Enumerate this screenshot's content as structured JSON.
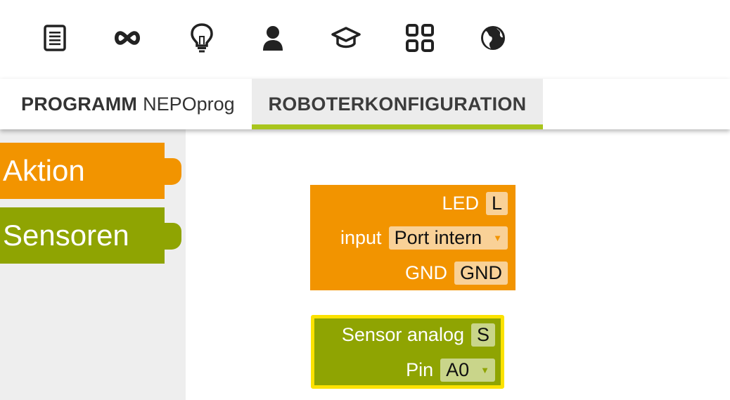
{
  "toolbar": {
    "icons": [
      {
        "name": "document-icon"
      },
      {
        "name": "infinity-icon"
      },
      {
        "name": "lightbulb-icon"
      },
      {
        "name": "user-icon"
      },
      {
        "name": "graduation-cap-icon"
      },
      {
        "name": "gallery-icon"
      },
      {
        "name": "globe-icon"
      }
    ]
  },
  "tabs": {
    "program_label": "PROGRAMM",
    "program_name": "NEPOprog",
    "robot_label": "ROBOTERKONFIGURATION"
  },
  "toolbox": {
    "categories": [
      {
        "label": "Aktion",
        "color": "#f29400"
      },
      {
        "label": "Sensoren",
        "color": "#8fa402"
      }
    ]
  },
  "blocks": {
    "led": {
      "color": "#f29400",
      "rows": [
        {
          "label": "LED",
          "value": "L"
        },
        {
          "label": "input",
          "value": "Port intern"
        },
        {
          "label": "GND",
          "value": "GND"
        }
      ]
    },
    "sensor": {
      "color": "#8fa402",
      "highlight": "#fce200",
      "rows": [
        {
          "label": "Sensor analog",
          "value": "S"
        },
        {
          "label": "Pin",
          "value": "A0"
        }
      ]
    }
  },
  "colors": {
    "accent": "#a9c51d",
    "toolbox_bg": "#eeeeee",
    "active_tab_bg": "#ececec"
  }
}
